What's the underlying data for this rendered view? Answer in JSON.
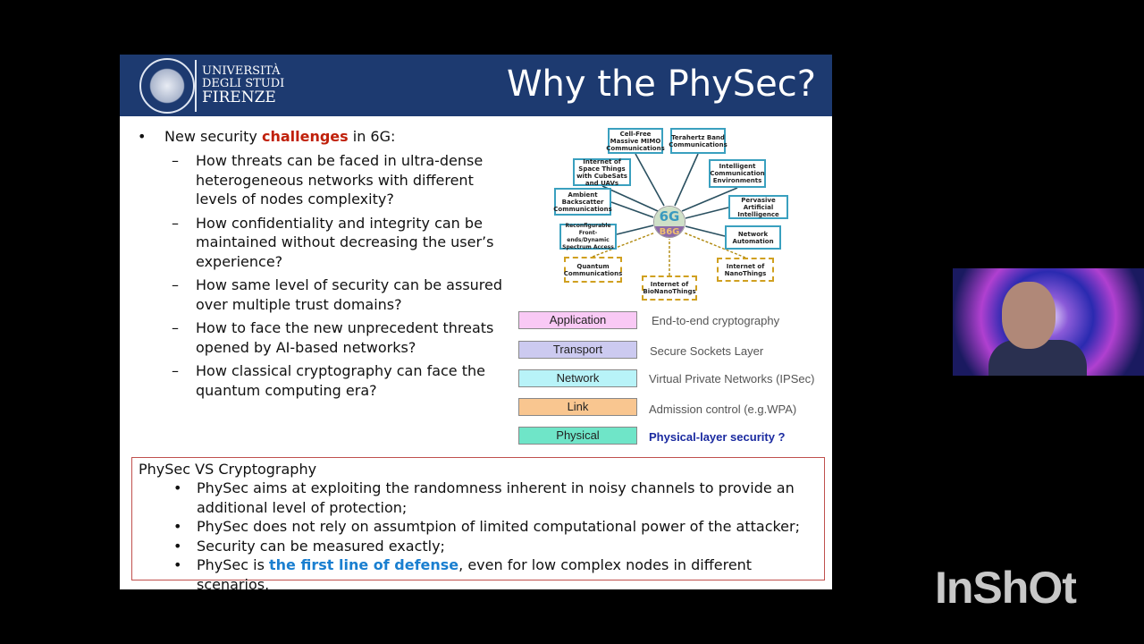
{
  "header": {
    "university": [
      "UNIVERSITÀ",
      "DEGLI STUDI",
      "FIRENZE"
    ],
    "title": "Why the PhySec?"
  },
  "intro": {
    "pre": "New security ",
    "highlight": "challenges",
    "post": " in 6G:"
  },
  "questions": [
    "How threats can be faced in ultra-dense heterogeneous networks with different levels of nodes complexity?",
    "How confidentiality and integrity can be maintained without decreasing the user’s experience?",
    "How same level of security can be assured over multiple trust domains?",
    "How to face the new unprecedent threats opened by AI-based networks?",
    "How classical cryptography can face the quantum computing era?"
  ],
  "dash": "–",
  "diagram": {
    "center_top": "6G",
    "center_bottom": "B6G",
    "nodes": [
      "Cell-Free Massive MIMO Communications",
      "Terahertz Band Communications",
      "Internet of Space Things with CubeSats and UAVs",
      "Intelligent Communication Environments",
      "Ambient Backscatter Communications",
      "Pervasive Artificial Intelligence",
      "Reconfigurable Front-ends/Dynamic Spectrum Access",
      "Network Automation",
      "Quantum Communications",
      "Internet of BioNanoThings",
      "Internet of NanoThings"
    ]
  },
  "layers": [
    {
      "name": "Application",
      "desc": "End-to-end cryptography",
      "color": "#f9c9f5"
    },
    {
      "name": "Transport",
      "desc": "Secure Sockets Layer",
      "color": "#cccaf0"
    },
    {
      "name": "Network",
      "desc": "Virtual Private Networks (IPSec)",
      "color": "#b8f3f8"
    },
    {
      "name": "Link",
      "desc": "Admission control (e.g.WPA)",
      "color": "#f9c690"
    },
    {
      "name": "Physical",
      "desc": "Physical-layer security ?",
      "color": "#6fe5c8"
    }
  ],
  "comparison": {
    "title": "PhySec VS Cryptography",
    "bullets": [
      "PhySec aims at exploiting the randomness inherent in noisy channels to provide an additional level of protection;",
      "PhySec does not rely on assumtpion of limited computational power of the attacker;",
      "Security can be measured exactly;"
    ],
    "last_pre": "PhySec is ",
    "last_highlight": "the first line of defense",
    "last_post": ", even for low complex nodes in different scenarios."
  },
  "watermark": "InShOt"
}
